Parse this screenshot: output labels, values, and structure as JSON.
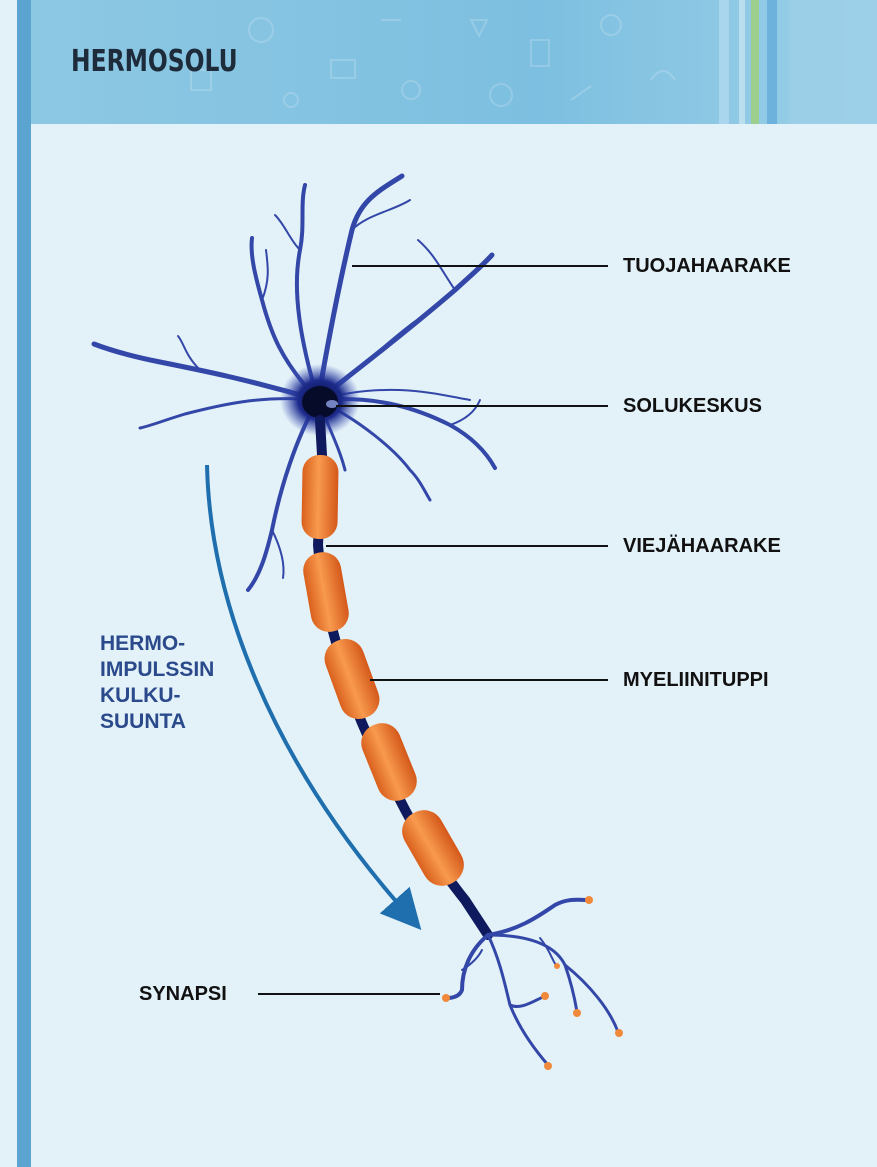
{
  "header": {
    "title": "HERMOSOLU"
  },
  "labels": {
    "dendrite": "TUOJAHAARAKE",
    "cell_body": "SOLUKESKUS",
    "axon": "VIEJÄHAARAKE",
    "myelin": "MYELIINITUPPI",
    "synapse": "SYNAPSI"
  },
  "impulse_direction": {
    "line1": "HERMO-",
    "line2": "IMPULSSIN",
    "line3": "KULKU-",
    "line4": "SUUNTA"
  },
  "colors": {
    "background": "#e3f1f8",
    "header": "#7dbfe0",
    "accent_bar": "#5ba4cf",
    "neuron": "#2b3a9c",
    "myelin": "#f07c2c",
    "arrow": "#1f6fae",
    "impulse_text": "#2a4a8c"
  }
}
